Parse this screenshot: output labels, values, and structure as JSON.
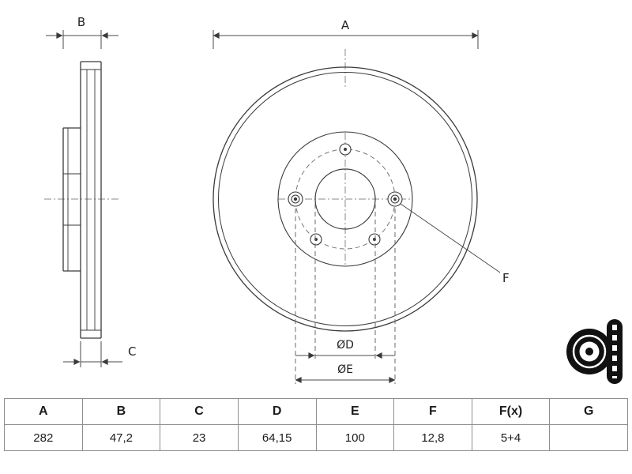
{
  "drawing": {
    "dim_a": "A",
    "dim_b": "B",
    "dim_c": "C",
    "dim_f": "F",
    "dim_d": "ØD",
    "dim_e": "ØE"
  },
  "table": {
    "headers": [
      "A",
      "B",
      "C",
      "D",
      "E",
      "F",
      "F(x)",
      "G"
    ],
    "values": [
      "282",
      "47,2",
      "23",
      "64,15",
      "100",
      "12,8",
      "5+4",
      ""
    ]
  }
}
